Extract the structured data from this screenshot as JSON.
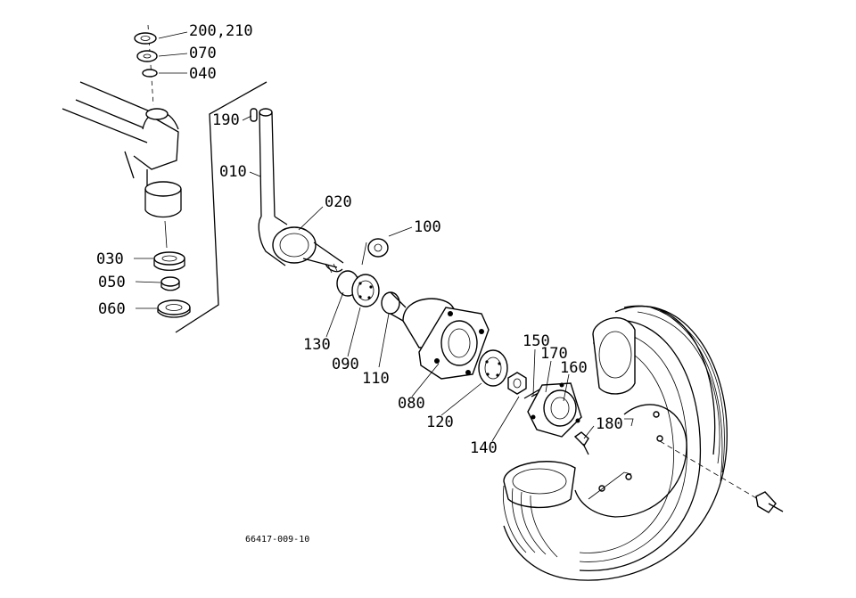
{
  "callouts": [
    {
      "id": "c200",
      "text": "200,210"
    },
    {
      "id": "c070",
      "text": "070"
    },
    {
      "id": "c040",
      "text": "040"
    },
    {
      "id": "c190",
      "text": "190"
    },
    {
      "id": "c010",
      "text": "010"
    },
    {
      "id": "c020",
      "text": "020"
    },
    {
      "id": "c100",
      "text": "100"
    },
    {
      "id": "c030",
      "text": "030"
    },
    {
      "id": "c050",
      "text": "050"
    },
    {
      "id": "c060",
      "text": "060"
    },
    {
      "id": "c130",
      "text": "130"
    },
    {
      "id": "c090",
      "text": "090"
    },
    {
      "id": "c110",
      "text": "110"
    },
    {
      "id": "c080",
      "text": "080"
    },
    {
      "id": "c120",
      "text": "120"
    },
    {
      "id": "c150",
      "text": "150"
    },
    {
      "id": "c170",
      "text": "170"
    },
    {
      "id": "c160",
      "text": "160"
    },
    {
      "id": "c180",
      "text": "180"
    },
    {
      "id": "c140",
      "text": "140"
    }
  ],
  "drawing_code": "66417-009-10"
}
